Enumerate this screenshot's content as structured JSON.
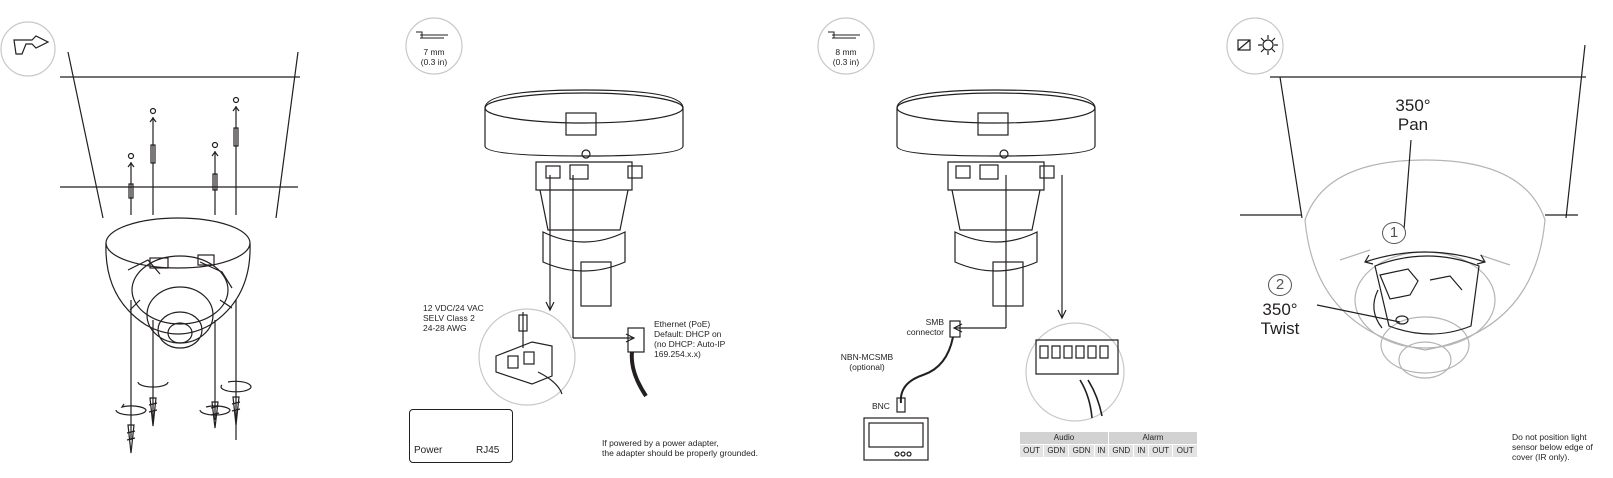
{
  "cable_mount_step": {
    "strip_length": "7 mm",
    "strip_length_imperial": "(0.3 in)"
  },
  "power_label": {
    "line1": "12 VDC/24 VAC",
    "line2": "SELV Class 2",
    "line3": "24-28 AWG"
  },
  "ethernet_label": {
    "line1": "Ethernet (PoE)",
    "line2": "Default: DHCP on",
    "line3": "(no DHCP: Auto-IP",
    "line4": "169.254.x.x)"
  },
  "connector_box": {
    "power": "Power",
    "rj45": "RJ45"
  },
  "grounding_note": {
    "line1": "If powered by a power adapter,",
    "line2": "the adapter should be properly grounded."
  },
  "video_step": {
    "strip_length": "8 mm",
    "strip_length_imperial": "(0.3 in)"
  },
  "smb_label": {
    "line1": "SMB",
    "line2": "connector"
  },
  "nbn_label": {
    "line1": "NBN-MCSMB",
    "line2": "(optional)"
  },
  "bnc_label": "BNC",
  "terminal_block": {
    "groups": [
      "Audio",
      "Alarm"
    ],
    "pins": [
      "OUT",
      "GDN",
      "GDN",
      "IN",
      "GND",
      "IN",
      "OUT",
      "OUT"
    ]
  },
  "adjust_step": {
    "pan_marker": "1",
    "pan_value": "350°",
    "pan_label": "Pan",
    "twist_marker": "2",
    "twist_value": "350°",
    "twist_label": "Twist",
    "note": {
      "line1": "Do not position light",
      "line2": "sensor below edge of",
      "line3": "cover (IR only)."
    }
  }
}
